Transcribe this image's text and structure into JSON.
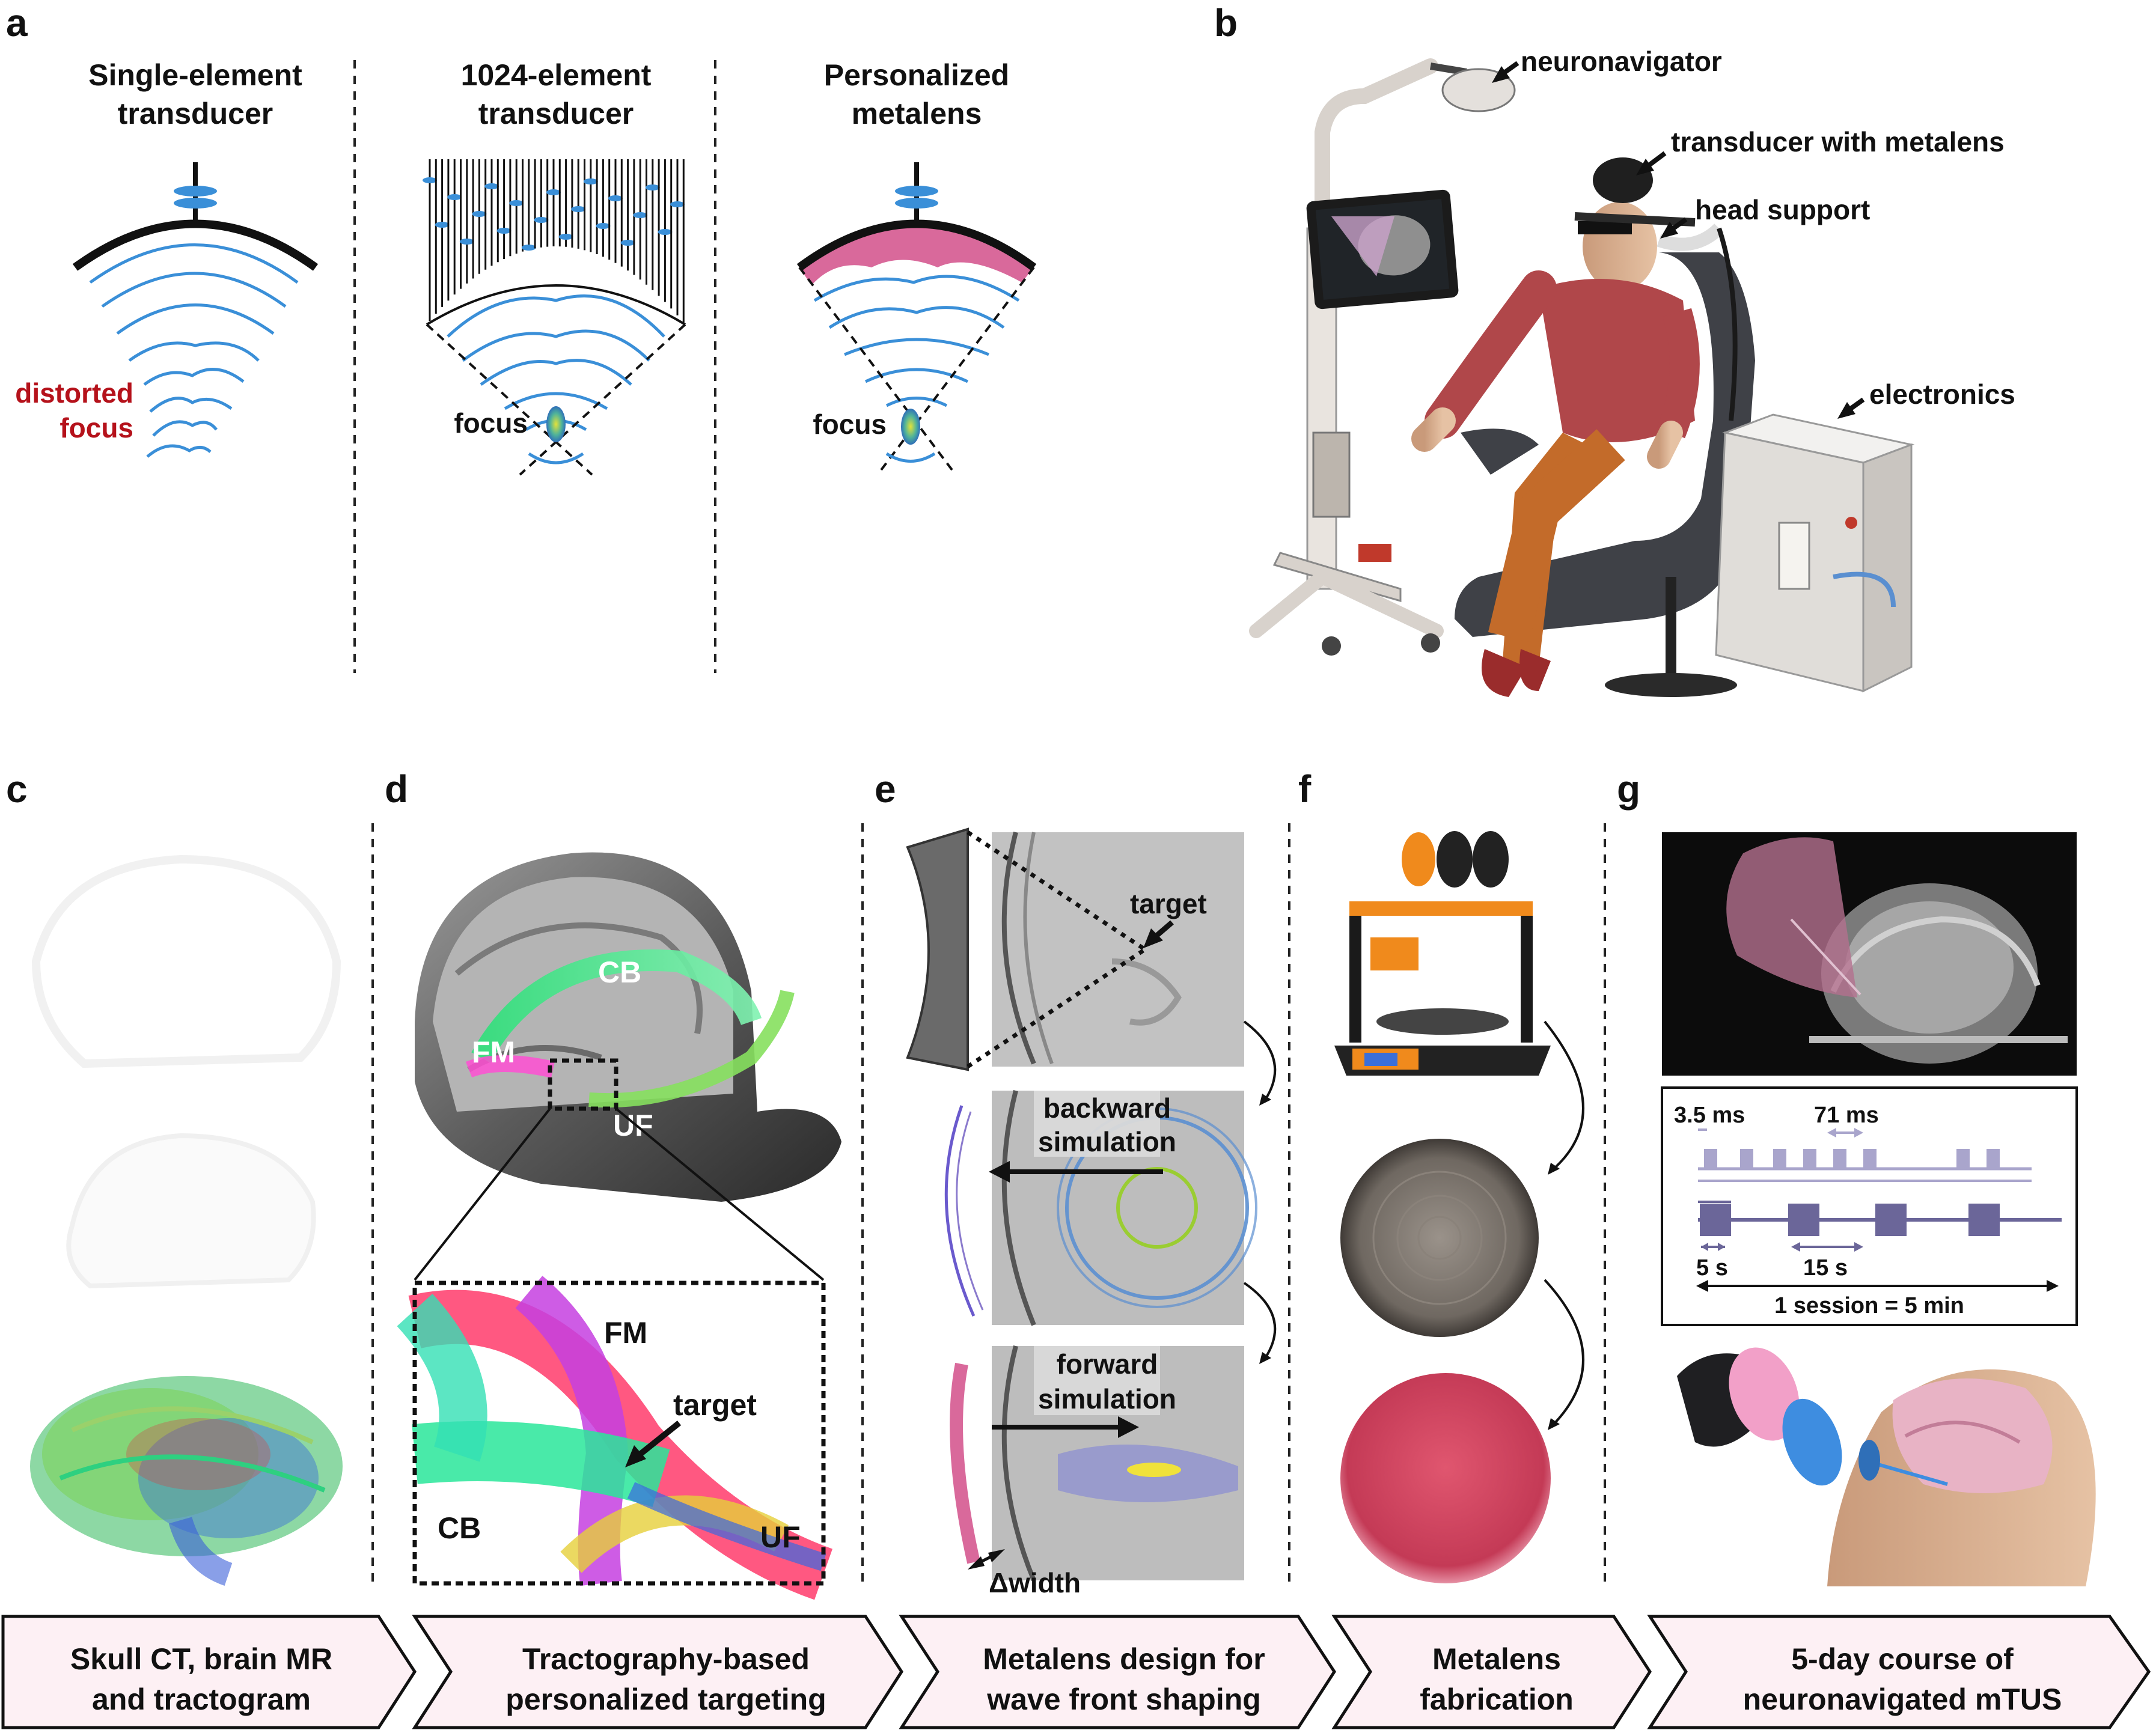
{
  "panels": {
    "a": {
      "letter": "a",
      "single_title_1": "Single-element",
      "single_title_2": "transducer",
      "distorted_1": "distorted",
      "distorted_2": "focus",
      "array_title_1": "1024-element",
      "array_title_2": "transducer",
      "array_focus": "focus",
      "metalens_title_1": "Personalized",
      "metalens_title_2": "metalens",
      "metalens_focus": "focus"
    },
    "b": {
      "letter": "b",
      "neuronavigator": "neuronavigator",
      "transducer": "transducer with metalens",
      "head_support": "head support",
      "electronics": "electronics"
    },
    "c": {
      "letter": "c"
    },
    "d": {
      "letter": "d",
      "cb": "CB",
      "fm": "FM",
      "uf": "UF",
      "inset_fm": "FM",
      "inset_target": "target",
      "inset_cb": "CB",
      "inset_uf": "UF"
    },
    "e": {
      "letter": "e",
      "target": "target",
      "backward_1": "backward",
      "backward_2": "simulation",
      "forward_1": "forward",
      "forward_2": "simulation",
      "delta_width": "Δwidth"
    },
    "f": {
      "letter": "f"
    },
    "g": {
      "letter": "g",
      "t1": "3.5 ms",
      "t2": "71 ms",
      "t3": "5 s",
      "t4": "15 s",
      "session": "1 session = 5 min"
    }
  },
  "flow": [
    {
      "line1": "Skull CT, brain MR",
      "line2": "and tractogram"
    },
    {
      "line1": "Tractography-based",
      "line2": "personalized targeting"
    },
    {
      "line1": "Metalens design for",
      "line2": "wave front shaping"
    },
    {
      "line1": "Metalens",
      "line2": "fabrication"
    },
    {
      "line1": "5-day course of",
      "line2": "neuronavigated mTUS"
    }
  ],
  "colors": {
    "wave": "#3a8fd8",
    "lens": "#d9699b",
    "distorted": "#b5121b",
    "flow_fill": "#fdf0f4",
    "pulse": "#6b6699",
    "pulse_light": "#a9a5cc"
  }
}
